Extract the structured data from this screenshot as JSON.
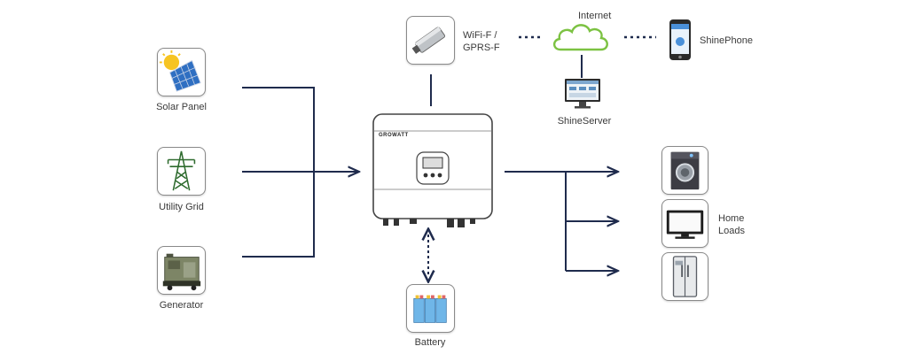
{
  "sources": {
    "solar_panel": "Solar Panel",
    "utility_grid": "Utility Grid",
    "generator": "Generator"
  },
  "inverter": {
    "brand": "GROWATT"
  },
  "battery": "Battery",
  "comms": {
    "wifi_line1": "WiFi-F /",
    "wifi_line2": "GPRS-F",
    "internet": "Internet",
    "shine_phone": "ShinePhone",
    "shine_server": "ShineServer"
  },
  "loads": {
    "line1": "Home",
    "line2": "Loads"
  },
  "colors": {
    "line": "#1f2b4d",
    "cloud_stroke": "#7cc242",
    "box_border": "#8a8a8a"
  }
}
